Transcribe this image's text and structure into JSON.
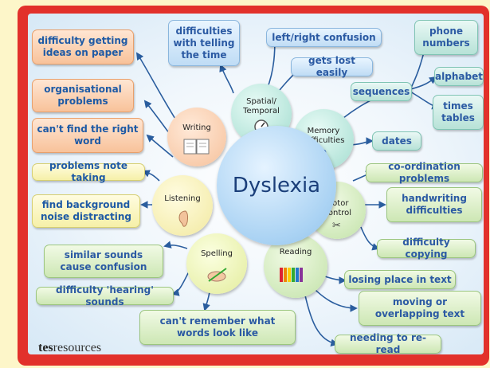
{
  "center": {
    "title": "Dyslexia"
  },
  "categories": {
    "writing": "Writing",
    "spatial": "Spatial/\nTemporal",
    "memory": "Memory\nDifficulties",
    "motor": "Motor\nControl",
    "reading": "Reading",
    "spelling": "Spelling",
    "listening": "Listening"
  },
  "writing_items": [
    "difficulty getting ideas on paper",
    "organisational problems",
    "can't find the right word"
  ],
  "spatial_items": [
    "difficulties with telling the time",
    "left/right confusion",
    "gets lost easily"
  ],
  "memory_items": [
    "phone numbers",
    "sequences",
    "alphabet",
    "times tables",
    "dates"
  ],
  "motor_items": [
    "co-ordination problems",
    "handwriting difficulties",
    "difficulty copying"
  ],
  "reading_items": [
    "losing place in text",
    "moving or overlapping text",
    "needing to re-read"
  ],
  "spelling_items": [
    "similar sounds cause confusion",
    "difficulty 'hearing' sounds",
    "can't remember what words look like"
  ],
  "listening_items": [
    "problems note taking",
    "find background noise distracting"
  ],
  "logo": {
    "brand": "tes",
    "suffix": "resources"
  },
  "colors": {
    "border": "#e2312b",
    "background": "#fdf6c9",
    "line": "#2a5d9e"
  },
  "icons": [
    "book-icon",
    "compass-icon",
    "question-icon",
    "scissors-icon",
    "ear-icon",
    "hand-writing-icon",
    "crayons-icon"
  ]
}
